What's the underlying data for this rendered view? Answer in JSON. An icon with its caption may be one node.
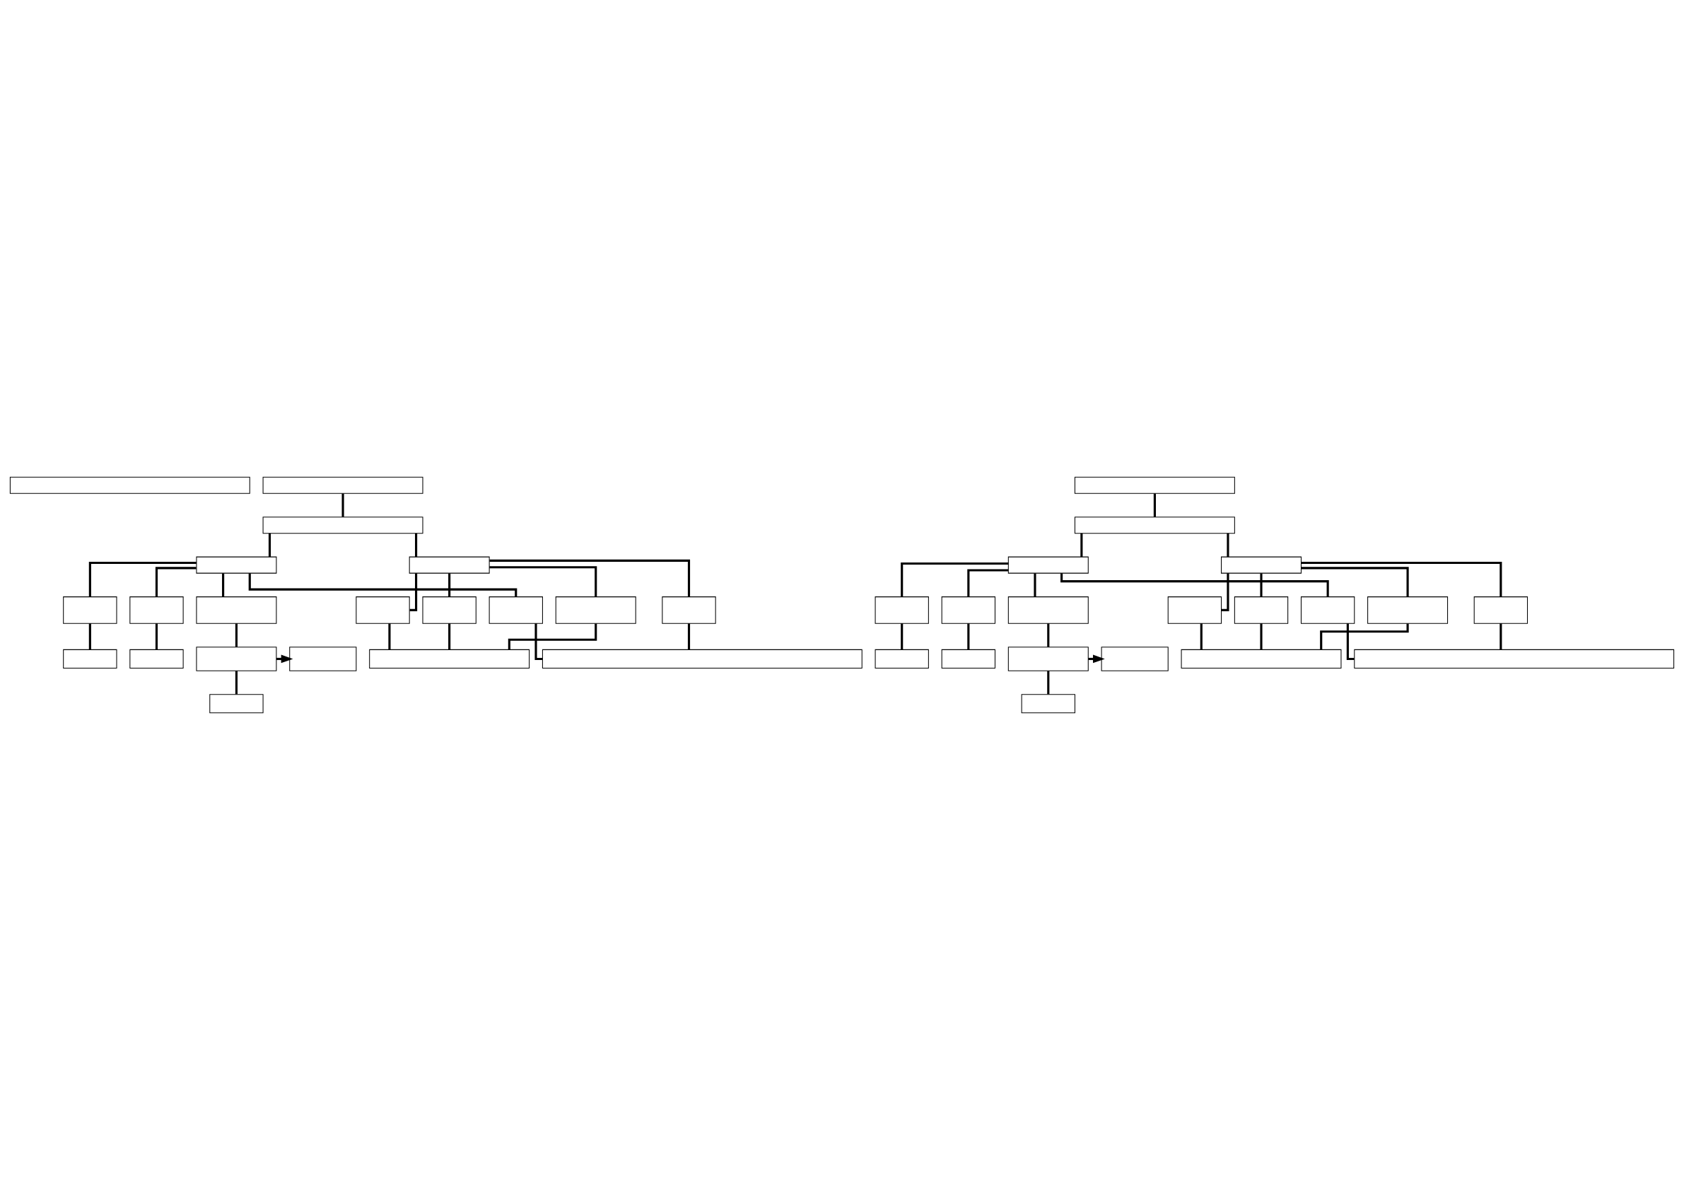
{
  "diagram": {
    "nodes": [
      {
        "text": [],
        "shape": "box"
      },
      {
        "text": [],
        "shape": "box"
      },
      {
        "text": [],
        "shape": "box"
      },
      {
        "text": [],
        "shape": "box"
      },
      {
        "text": [],
        "shape": "box"
      },
      {
        "text": [],
        "shape": "box"
      },
      {
        "text": [],
        "shape": "box"
      },
      {
        "text": [],
        "shape": "box"
      },
      {
        "text": [],
        "shape": "box"
      },
      {
        "text": [],
        "shape": "box"
      },
      {
        "text": [],
        "shape": "box"
      },
      {
        "text": [],
        "shape": "box"
      },
      {
        "text": [],
        "shape": "box"
      },
      {
        "text": [],
        "shape": "box"
      },
      {
        "text": [],
        "shape": "box"
      },
      {
        "text": [],
        "shape": "box"
      },
      {
        "text": [],
        "shape": "box"
      },
      {
        "text": [],
        "shape": "box"
      },
      {
        "text": [],
        "shape": "box"
      },
      {
        "text": [],
        "shape": "box"
      },
      {
        "text": [],
        "shape": "box"
      },
      {
        "text": [],
        "shape": "box"
      },
      {
        "text": [],
        "shape": "box"
      },
      {
        "text": [],
        "shape": "box"
      },
      {
        "text": [],
        "shape": "box"
      },
      {
        "text": [],
        "shape": "box"
      },
      {
        "text": [],
        "shape": "box"
      },
      {
        "text": [],
        "shape": "box"
      },
      {
        "text": [],
        "shape": "box"
      },
      {
        "text": [],
        "shape": "box"
      },
      {
        "text": [],
        "shape": "box"
      },
      {
        "text": [],
        "shape": "box"
      },
      {
        "text": [],
        "shape": "box"
      },
      {
        "text": [],
        "shape": "box"
      },
      {
        "text": [],
        "shape": "box"
      },
      {
        "text": [],
        "shape": "box"
      },
      {
        "text": [],
        "shape": "box"
      },
      {
        "text": [],
        "shape": "box"
      },
      {
        "text": [],
        "shape": "box"
      }
    ],
    "edges": [
      {
        "from": 1,
        "to": 2,
        "arrow": "none"
      },
      {
        "from": 2,
        "to": 3,
        "arrow": "none"
      },
      {
        "from": 2,
        "to": 4,
        "arrow": "none"
      },
      {
        "from": 3,
        "to": 5,
        "arrow": "none"
      },
      {
        "from": 3,
        "to": 6,
        "arrow": "none"
      },
      {
        "from": 3,
        "to": 7,
        "arrow": "none"
      },
      {
        "from": 3,
        "to": 8,
        "arrow": "none"
      },
      {
        "from": 4,
        "to": 9,
        "arrow": "none"
      },
      {
        "from": 4,
        "to": 10,
        "arrow": "none"
      },
      {
        "from": 4,
        "to": 11,
        "arrow": "none"
      },
      {
        "from": 4,
        "to": 12,
        "arrow": "none"
      },
      {
        "from": 5,
        "to": 13,
        "arrow": "none"
      },
      {
        "from": 6,
        "to": 14,
        "arrow": "none"
      },
      {
        "from": 9,
        "to": 15,
        "arrow": "none"
      },
      {
        "from": 10,
        "to": 15,
        "arrow": "none"
      },
      {
        "from": 11,
        "to": 15,
        "arrow": "none"
      },
      {
        "from": 8,
        "to": 16,
        "arrow": "none"
      },
      {
        "from": 12,
        "to": 16,
        "arrow": "none"
      },
      {
        "from": 7,
        "to": 17,
        "arrow": "none"
      },
      {
        "from": 17,
        "to": 18,
        "arrow": "to"
      },
      {
        "from": 17,
        "to": 19,
        "arrow": "none"
      },
      {
        "from": 20,
        "to": 21,
        "arrow": "none"
      },
      {
        "from": 21,
        "to": 22,
        "arrow": "none"
      },
      {
        "from": 21,
        "to": 23,
        "arrow": "none"
      },
      {
        "from": 22,
        "to": 24,
        "arrow": "none"
      },
      {
        "from": 22,
        "to": 25,
        "arrow": "none"
      },
      {
        "from": 22,
        "to": 26,
        "arrow": "none"
      },
      {
        "from": 22,
        "to": 27,
        "arrow": "none"
      },
      {
        "from": 23,
        "to": 28,
        "arrow": "none"
      },
      {
        "from": 23,
        "to": 29,
        "arrow": "none"
      },
      {
        "from": 23,
        "to": 30,
        "arrow": "none"
      },
      {
        "from": 23,
        "to": 31,
        "arrow": "none"
      },
      {
        "from": 24,
        "to": 32,
        "arrow": "none"
      },
      {
        "from": 25,
        "to": 33,
        "arrow": "none"
      },
      {
        "from": 28,
        "to": 34,
        "arrow": "none"
      },
      {
        "from": 29,
        "to": 34,
        "arrow": "none"
      },
      {
        "from": 30,
        "to": 34,
        "arrow": "none"
      },
      {
        "from": 27,
        "to": 35,
        "arrow": "none"
      },
      {
        "from": 31,
        "to": 35,
        "arrow": "none"
      },
      {
        "from": 26,
        "to": 36,
        "arrow": "none"
      },
      {
        "from": 36,
        "to": 37,
        "arrow": "to"
      },
      {
        "from": 36,
        "to": 38,
        "arrow": "none"
      }
    ]
  }
}
